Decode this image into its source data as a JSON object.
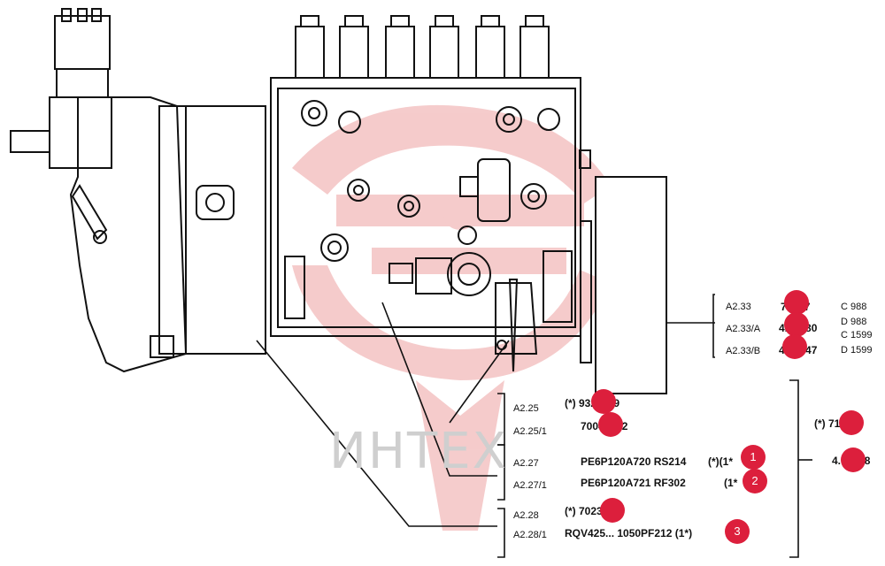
{
  "watermark": "ИНТЕХ",
  "group_a233": [
    {
      "ref": "A2.33",
      "code": "70077",
      "variant": "C 988"
    },
    {
      "ref": "A2.33/A",
      "code": "4.54980",
      "variant": "D 988"
    },
    {
      "ref": "",
      "code": "",
      "variant": "C 1599"
    },
    {
      "ref": "A2.33/B",
      "code": "4.82447",
      "variant": "D 1599"
    }
  ],
  "group_a225": [
    {
      "ref": "A2.25",
      "code": "(*) 9322119"
    },
    {
      "ref": "A2.25/1",
      "code": "70040872"
    }
  ],
  "group_a227": [
    {
      "ref": "A2.27",
      "model": "PE6P120A720 RS214",
      "suffix": "(*)(1*"
    },
    {
      "ref": "A2.27/1",
      "model": "PE6P120A721 RF302",
      "suffix": "(1*"
    }
  ],
  "group_a228": [
    {
      "ref": "A2.28",
      "code": "(*) 7023902"
    },
    {
      "ref": "A2.28/1",
      "model": "RQV425... 1050PF212 (1*)"
    }
  ],
  "right_codes": {
    "first": "(*) 71482",
    "second": "4.62398"
  },
  "badges": [
    "1",
    "2",
    "3"
  ],
  "colors": {
    "accent": "#dc1f3c",
    "line": "#111111",
    "watermark": "#f2c0c0"
  }
}
